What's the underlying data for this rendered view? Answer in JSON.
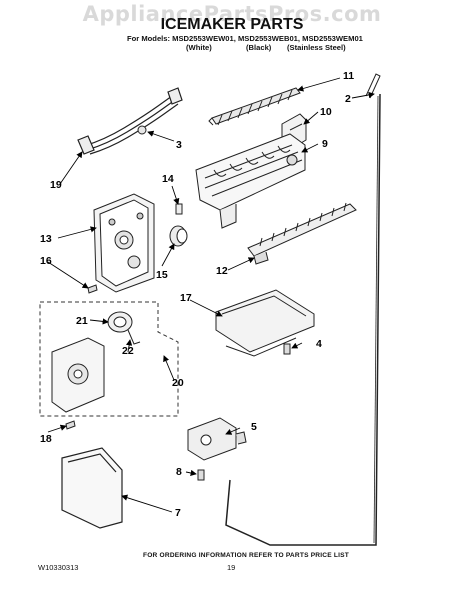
{
  "watermark": "AppliancePartsPros.com",
  "title": "ICEMAKER PARTS",
  "models_line": "For Models: MSD2553WEW01, MSD2553WEB01, MSD2553WEM01",
  "finishes": [
    "(White)",
    "(Black)",
    "(Stainless Steel)"
  ],
  "callouts": {
    "c2": "2",
    "c3": "3",
    "c4": "4",
    "c5": "5",
    "c7": "7",
    "c8": "8",
    "c9": "9",
    "c10": "10",
    "c11": "11",
    "c12": "12",
    "c13": "13",
    "c14": "14",
    "c15": "15",
    "c16": "16",
    "c17": "17",
    "c18": "18",
    "c19": "19",
    "c20": "20",
    "c21": "21",
    "c22": "22"
  },
  "footer": {
    "order_info": "FOR ORDERING INFORMATION REFER TO PARTS PRICE LIST",
    "doc_number": "W10330313",
    "page_number": "19"
  }
}
